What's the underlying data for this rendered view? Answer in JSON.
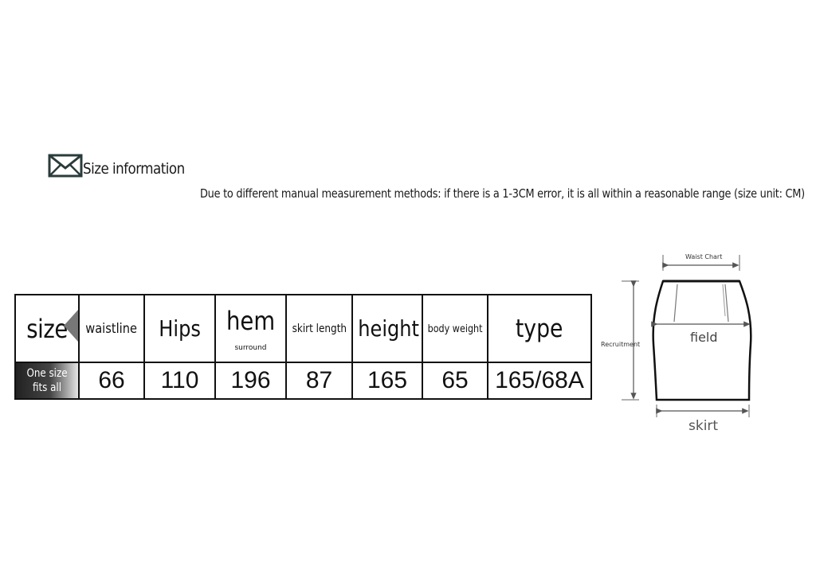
{
  "header": {
    "icon": "envelope-icon",
    "title": "Size information"
  },
  "note": "Due to different manual measurement methods: if there is a 1-3CM error, it is all within a reasonable range (size unit: CM)",
  "table": {
    "headers": {
      "size": "size",
      "waistline": "waistline",
      "hips": "Hips",
      "hem": "hem",
      "hem_sub": "surround",
      "skirt_length": "skirt length",
      "height": "height",
      "body_weight": "body weight",
      "type": "type"
    },
    "row": {
      "size_line1": "One size",
      "size_line2": "fits all",
      "waistline": "66",
      "hips": "110",
      "hem": "196",
      "skirt_length": "87",
      "height": "165",
      "body_weight": "65",
      "type": "165/68A"
    }
  },
  "diagram": {
    "waist_label": "Waist Chart",
    "field_label": "field",
    "recruitment_label": "Recruitment",
    "skirt_label": "skirt"
  },
  "colors": {
    "border": "#111111",
    "size_cell_dark": "#222222",
    "size_cell_light": "#e5e5e5"
  }
}
